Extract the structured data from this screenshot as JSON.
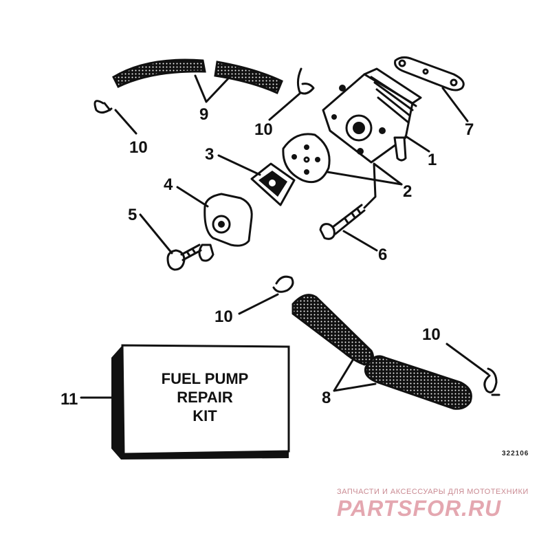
{
  "callouts": {
    "c1": "1",
    "c2": "2",
    "c3": "3",
    "c4": "4",
    "c5": "5",
    "c6": "6",
    "c7": "7",
    "c8": "8",
    "c9": "9",
    "c10a": "10",
    "c10b": "10",
    "c10c": "10",
    "c10d": "10",
    "c11": "11"
  },
  "kit": {
    "line1": "FUEL PUMP",
    "line2": "REPAIR",
    "line3": "KIT"
  },
  "serial": "322106",
  "watermark": {
    "tagline": "ЗАПЧАСТИ И АКСЕССУАРЫ ДЛЯ МОТОТЕХНИКИ",
    "logo": "PARTSFOR.RU"
  },
  "colors": {
    "ink": "#111111",
    "watermark": "#e4a7b0"
  }
}
